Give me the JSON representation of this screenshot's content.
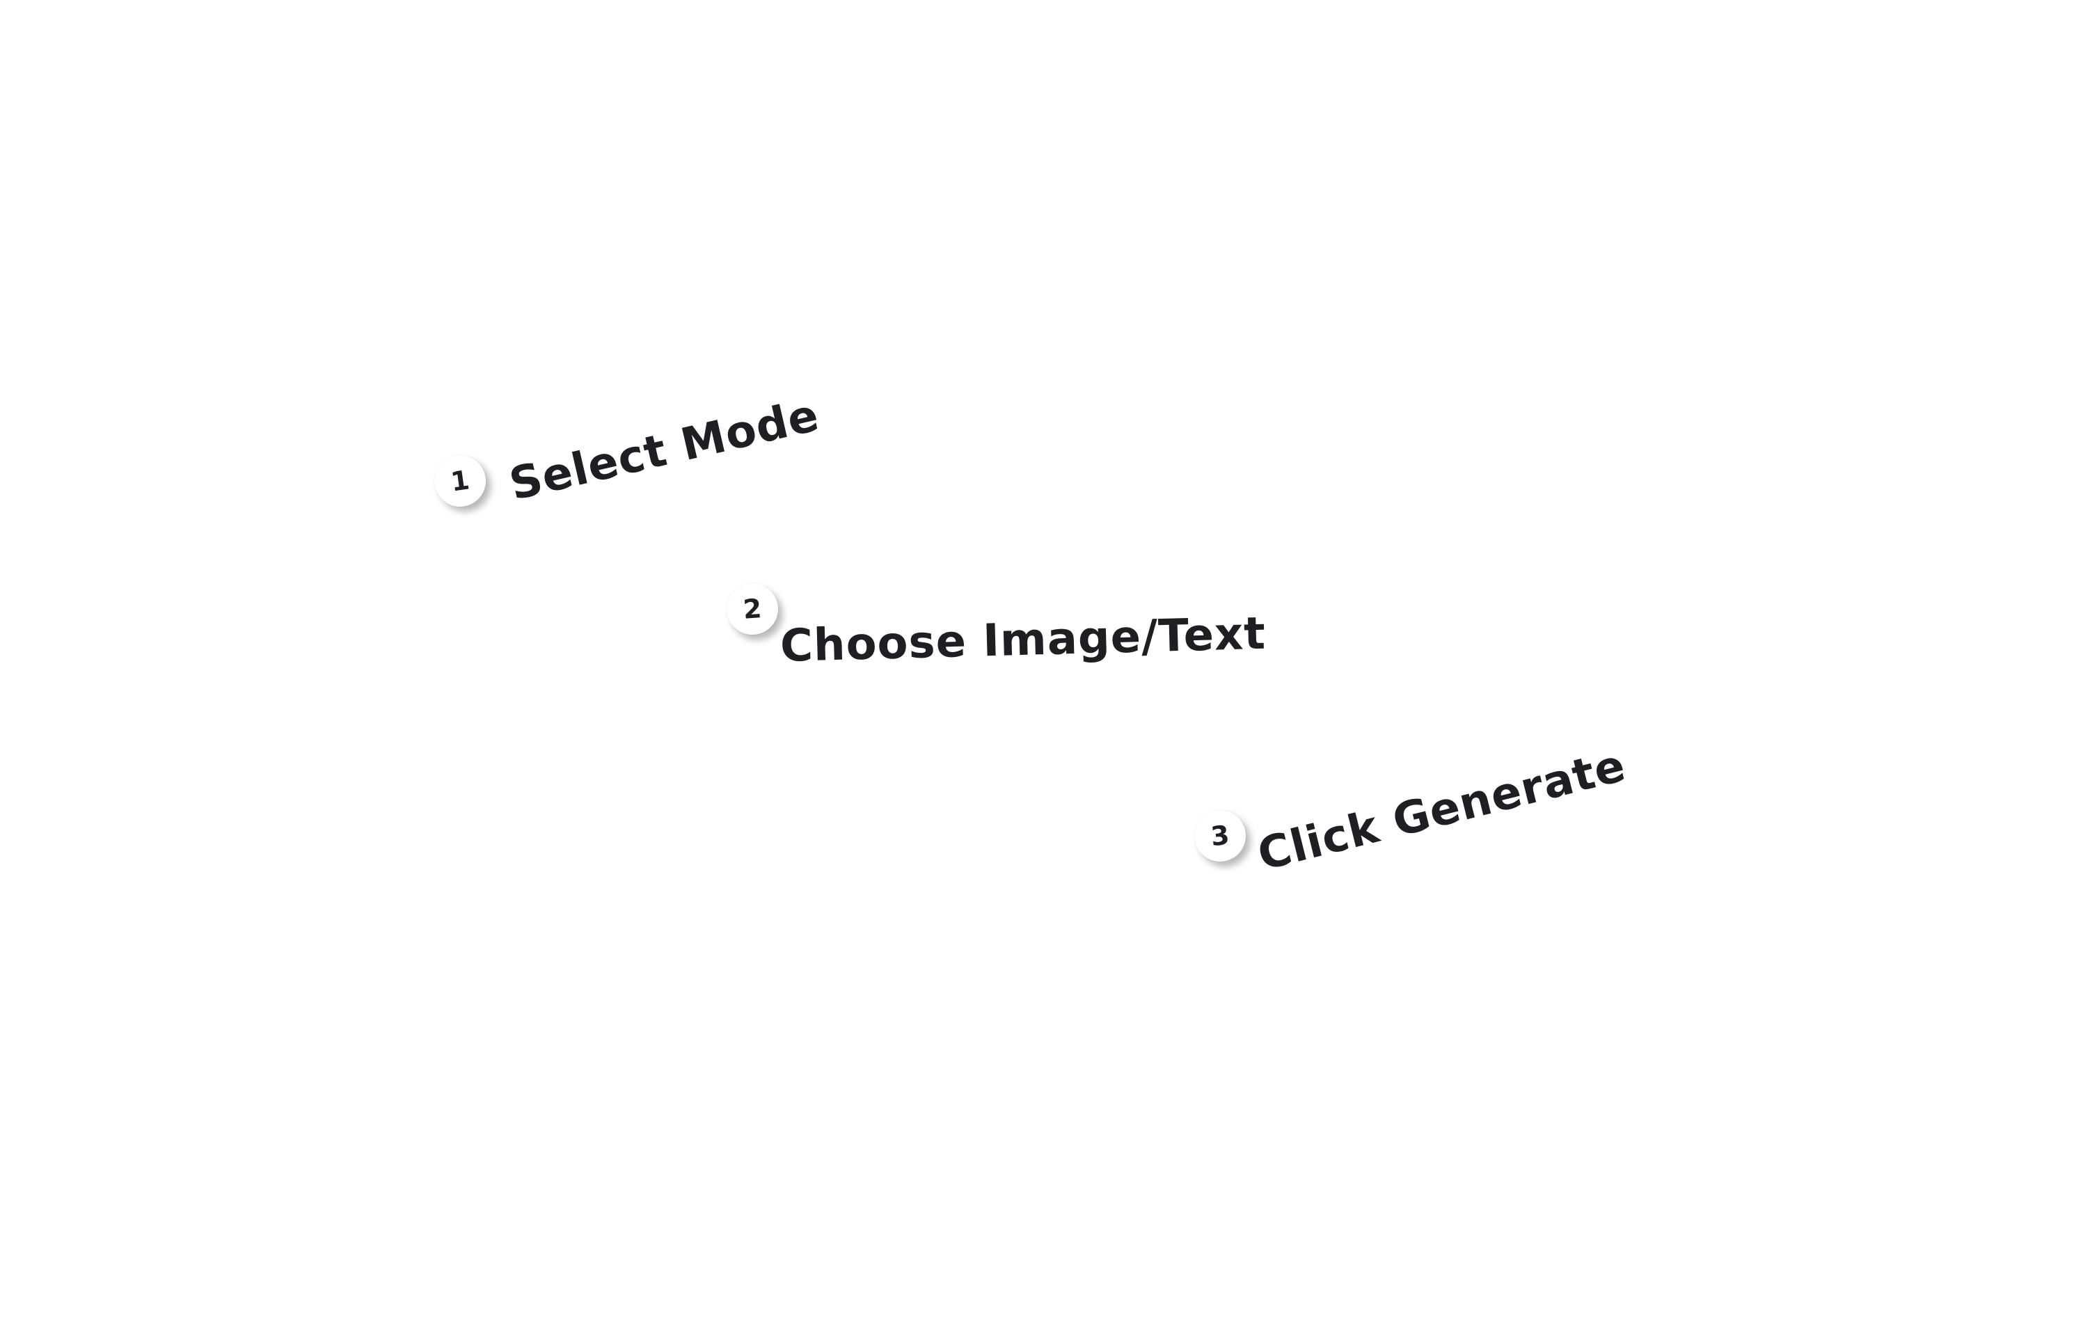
{
  "steps": [
    {
      "number": "1",
      "label": "Select Mode"
    },
    {
      "number": "2",
      "label": "Choose Image/Text"
    },
    {
      "number": "3",
      "label": "Click Generate"
    }
  ]
}
